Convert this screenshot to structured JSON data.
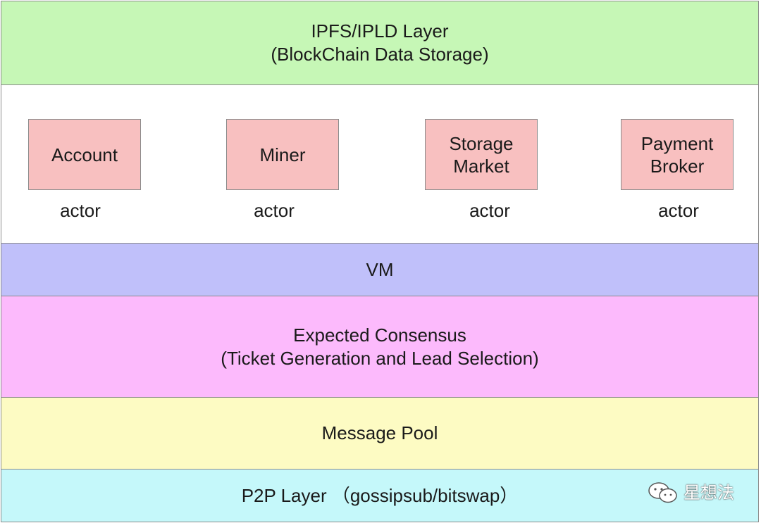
{
  "layers": {
    "ipfs": {
      "line1": "IPFS/IPLD Layer",
      "line2": "(BlockChain Data Storage)",
      "color": "#c6f7b6"
    },
    "vm": {
      "label": "VM",
      "color": "#c0c0fa"
    },
    "consensus": {
      "line1": "Expected Consensus",
      "line2": "(Ticket Generation and Lead Selection)",
      "color": "#fcbafc"
    },
    "message_pool": {
      "label": "Message Pool",
      "color": "#fdfbc3"
    },
    "p2p": {
      "label": "P2P Layer （gossipsub/bitswap）",
      "color": "#c5f8fa"
    }
  },
  "actors": [
    {
      "line1": "Account",
      "line2": "",
      "caption": "actor"
    },
    {
      "line1": "Miner",
      "line2": "",
      "caption": "actor"
    },
    {
      "line1": "Storage",
      "line2": "Market",
      "caption": "actor"
    },
    {
      "line1": "Payment",
      "line2": "Broker",
      "caption": "actor"
    }
  ],
  "actor_box_color": "#f8c0c0",
  "watermark": {
    "icon": "wechat-icon",
    "text": "星想法"
  }
}
